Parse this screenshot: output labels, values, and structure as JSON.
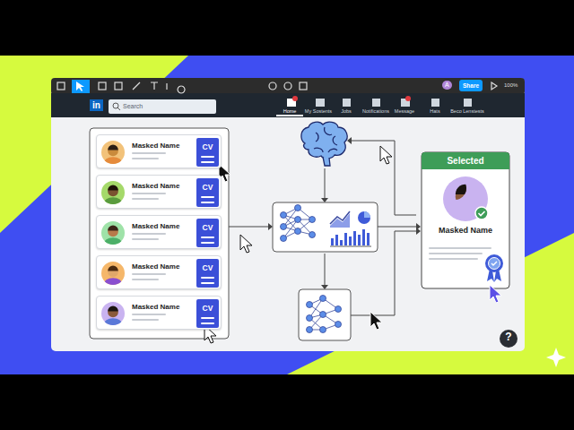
{
  "diagram": {
    "nodes": [
      {
        "text": [
          "Masked Name"
        ]
      },
      {
        "text": [
          "CV"
        ],
        "in": 0
      },
      {
        "text": [
          "Masked Name"
        ]
      },
      {
        "text": [
          "CV"
        ],
        "in": 2
      },
      {
        "text": [
          "Masked Name"
        ]
      },
      {
        "text": [
          "CV"
        ],
        "in": 4
      },
      {
        "text": [
          "Masked Name"
        ]
      },
      {
        "text": [
          "CV"
        ],
        "in": 6
      },
      {
        "text": [
          "Masked Name"
        ]
      },
      {
        "text": [
          "CV"
        ],
        "in": 8
      },
      {
        "text": [
          "Selected",
          "Masked Name"
        ]
      }
    ],
    "labels": [
      "in",
      "Search",
      "Home",
      "My Sostents",
      "Jobs",
      "Notifications",
      "Message",
      "Hats",
      "Beco Lenstests",
      "A",
      "Share",
      "100%",
      "?"
    ]
  }
}
